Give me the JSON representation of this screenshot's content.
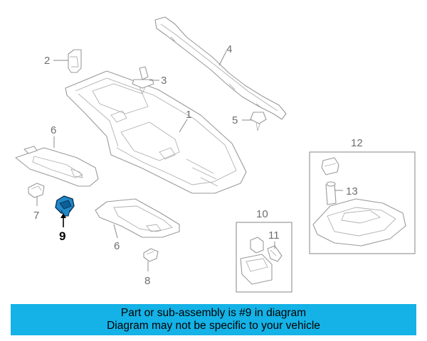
{
  "diagram": {
    "callouts": {
      "c1": "1",
      "c2": "2",
      "c3": "3",
      "c4": "4",
      "c5": "5",
      "c6a": "6",
      "c6b": "6",
      "c7": "7",
      "c8": "8",
      "c9": "9",
      "c10": "10",
      "c11": "11",
      "c12": "12",
      "c13": "13"
    },
    "highlighted_part": "9",
    "colors": {
      "highlight_part": "#1e88c8",
      "banner": "#14b2e6",
      "line": "#9a9a9a"
    }
  },
  "banner": {
    "line1": "Part or sub-assembly is #9 in diagram",
    "line2": "Diagram may not be specific to your vehicle"
  }
}
